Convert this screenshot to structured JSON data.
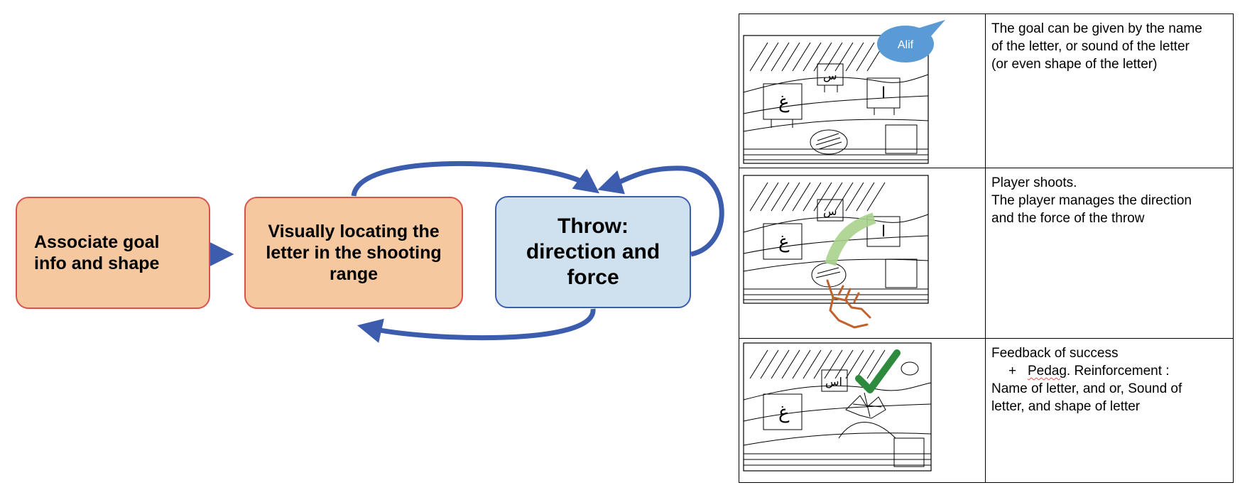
{
  "flow": {
    "box1": {
      "line1": "Associate goal",
      "line2": "info and shape"
    },
    "box2": {
      "line1": "Visually locating the",
      "line2": "letter in the shooting",
      "line3": "range"
    },
    "box3": {
      "line1": "Throw:",
      "line2": "direction and",
      "line3": "force"
    }
  },
  "storyboard": {
    "rows": [
      {
        "bubble": "Alif",
        "text": [
          "The goal can be given by the name",
          "of the letter, or sound of the letter",
          "(or even shape of the letter)"
        ]
      },
      {
        "text": [
          "Player shoots.",
          "The player manages the direction",
          "and the force of the throw"
        ]
      },
      {
        "text_first": "Feedback of success",
        "bullet": "+",
        "pedag": "Pedag",
        "reinforcement": ". Reinforcement :",
        "text_rest": [
          "Name of letter, and or, Sound of",
          "letter, and shape of letter"
        ]
      }
    ],
    "letters": {
      "ghayn": "غ",
      "sin": "س",
      "alif": "ا",
      "sin_marked": "اس"
    }
  },
  "colors": {
    "orange_fill": "#f6c8a0",
    "orange_border": "#d9534a",
    "blue_fill": "#cfe0ef",
    "blue_border": "#3c5dae",
    "arrow": "#3c5dae",
    "bubble": "#5b9bd5",
    "check": "#2e8b3e",
    "hand": "#c0622d",
    "trajectory": "#a8d18d"
  }
}
